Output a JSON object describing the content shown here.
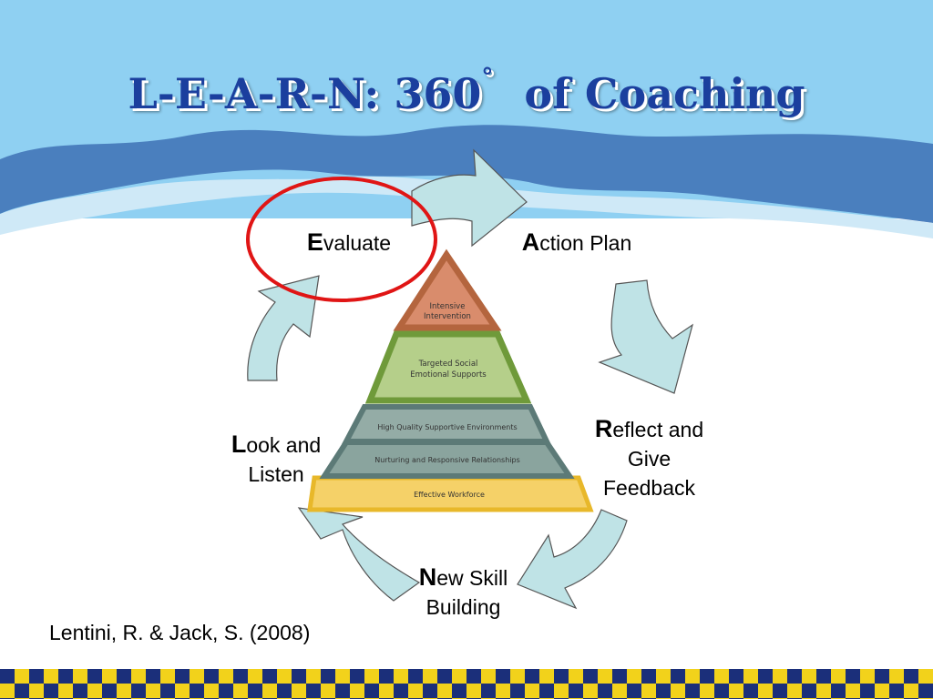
{
  "slide": {
    "title_main": "L-E-A-R-N:  360",
    "title_degree": "°",
    "title_tail": "of Coaching",
    "citation": "Lentini, R. & Jack, S. (2008)"
  },
  "cycle": {
    "evaluate": {
      "initial": "E",
      "rest": "valuate"
    },
    "action": {
      "initial": "A",
      "rest": "ction Plan"
    },
    "reflect": {
      "initial": "R",
      "rest_line1": "eflect and",
      "line2": "Give",
      "line3": "Feedback"
    },
    "newskill": {
      "initial": "N",
      "rest_line1": "ew Skill",
      "line2": "Building"
    },
    "look": {
      "initial": "L",
      "rest_line1": "ook and",
      "line2": "Listen"
    }
  },
  "pyramid": {
    "tier1_line1": "Intensive",
    "tier1_line2": "Intervention",
    "tier2_line1": "Targeted Social",
    "tier2_line2": "Emotional Supports",
    "tier3": "High Quality Supportive Environments",
    "tier4": "Nurturing and Responsive Relationships",
    "tier5": "Effective Workforce"
  },
  "colors": {
    "title": "#1b3f9e",
    "sky": "#8fd0f2",
    "wave_dark": "#3f74b3",
    "arrow_fill": "#bfe3e6",
    "highlight_circle": "#e01515",
    "tier1": "#d98c6c",
    "tier2": "#b5cf8a",
    "tier3": "#8aa49e",
    "tier5": "#f5d168"
  },
  "icons": [
    "cycle-arrow",
    "highlight-circle",
    "checkered-border"
  ]
}
